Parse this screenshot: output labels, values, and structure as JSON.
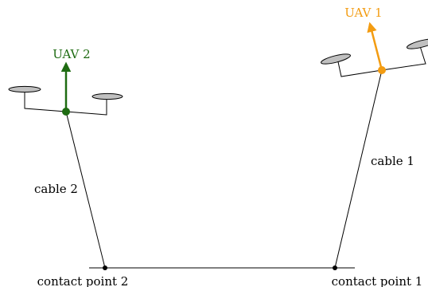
{
  "colors": {
    "uav1": "#f39c12",
    "uav2": "#1e6b12",
    "line": "#000000",
    "propeller_fill": "#c0c0c0"
  },
  "labels": {
    "uav1": "UAV 1",
    "uav2": "UAV 2",
    "cable1": "cable 1",
    "cable2": "cable 2",
    "contact1": "contact point 1",
    "contact2": "contact point 2"
  }
}
